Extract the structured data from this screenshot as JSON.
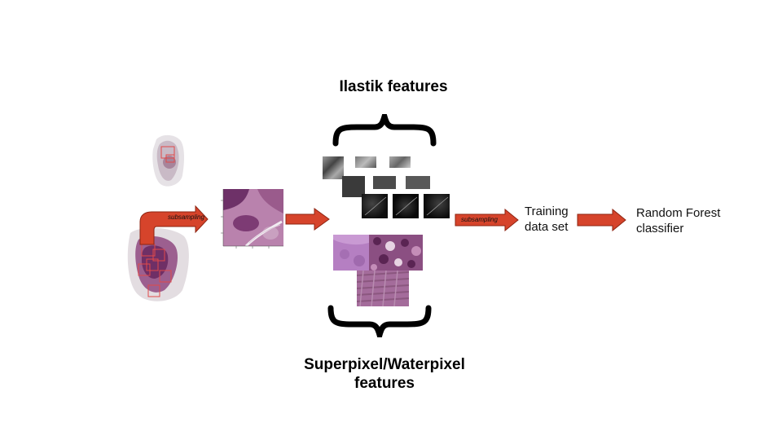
{
  "headings": {
    "ilastik": "Ilastik features",
    "superpixel_line1": "Superpixel/Waterpixel",
    "superpixel_line2": "features"
  },
  "arrows": {
    "subsampling_left": "subsampling",
    "subsampling_right": "subsampling"
  },
  "nodes": {
    "training_line1": "Training",
    "training_line2": "data set",
    "classifier_line1": "Random Forest",
    "classifier_line2": "classifier"
  },
  "colors": {
    "arrow_fill": "#d6442b",
    "arrow_stroke": "#8e2412",
    "tissue_pink": "#b06a9c",
    "tissue_dark": "#6b2f63"
  }
}
